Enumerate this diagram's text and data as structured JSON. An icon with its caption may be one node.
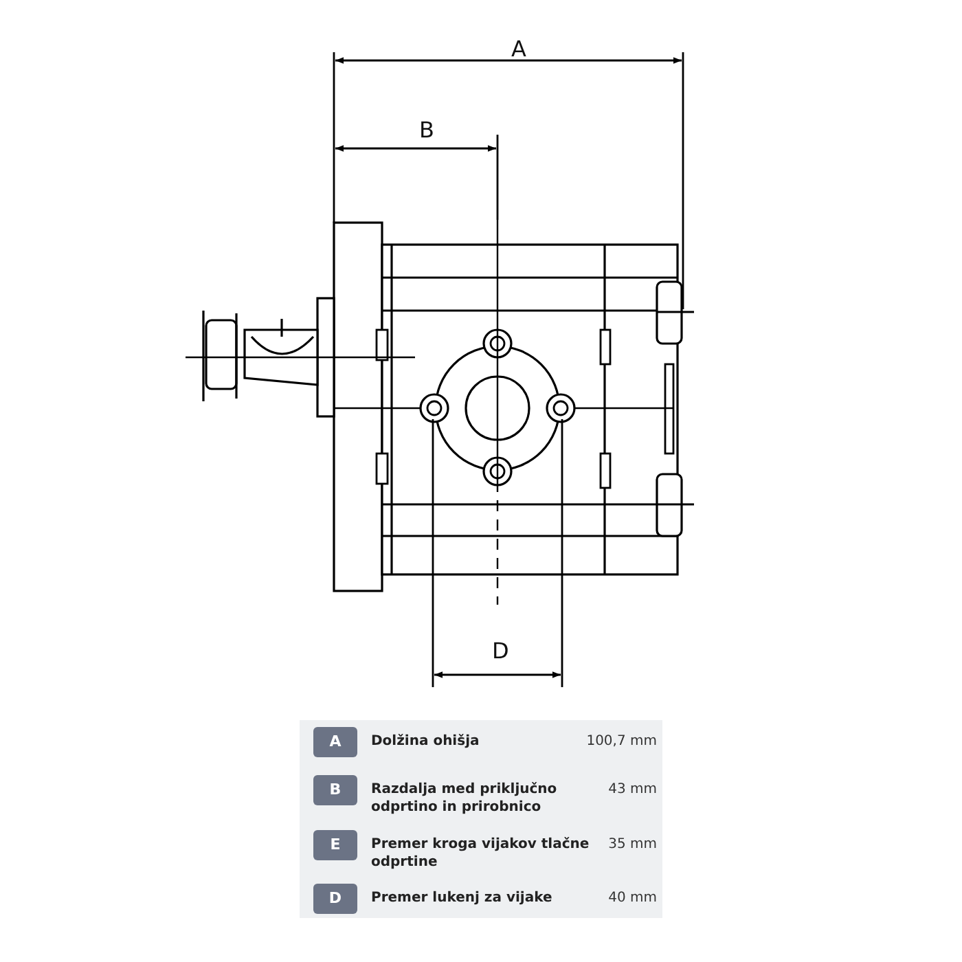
{
  "diagram": {
    "labels": [
      "A",
      "B",
      "D",
      "A",
      "Dolžina ohišja",
      "100,7 mm",
      "B",
      "Razdalja med priključno odprtino in prirobnico",
      "43 mm",
      "E",
      "Premer kroga vijakov tlačne odprtine",
      "35 mm",
      "D",
      "Premer lukenj za vijake",
      "40 mm"
    ]
  }
}
